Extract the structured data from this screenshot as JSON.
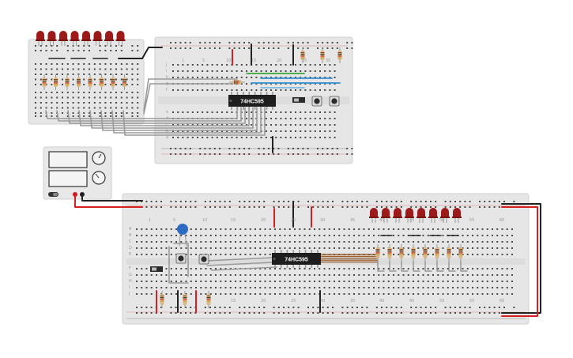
{
  "chips": {
    "top": "74HC595",
    "bottom": "74HC595"
  },
  "top_board": {
    "columns": [
      "1",
      "5",
      "10",
      "15",
      "20",
      "25",
      "30"
    ],
    "rows": [
      "a",
      "b",
      "c",
      "d",
      "e",
      "f",
      "g",
      "h",
      "i",
      "j"
    ]
  },
  "bottom_board": {
    "columns": [
      "1",
      "5",
      "10",
      "15",
      "20",
      "25",
      "30",
      "35",
      "40",
      "45",
      "50",
      "55",
      "60"
    ],
    "rows": [
      "A",
      "B",
      "C",
      "D",
      "E",
      "F",
      "G",
      "H",
      "I",
      "J"
    ]
  },
  "colors": {
    "board": "#e6e6e6",
    "led": "#9c1a1a",
    "wire_red": "#d42020",
    "wire_black": "#222222",
    "wire_gray": "#8c8c8c",
    "wire_green": "#3aa33a",
    "wire_blue": "#2f8fd1",
    "wire_brown": "#9a6133",
    "cap": "#2b6bc4"
  }
}
